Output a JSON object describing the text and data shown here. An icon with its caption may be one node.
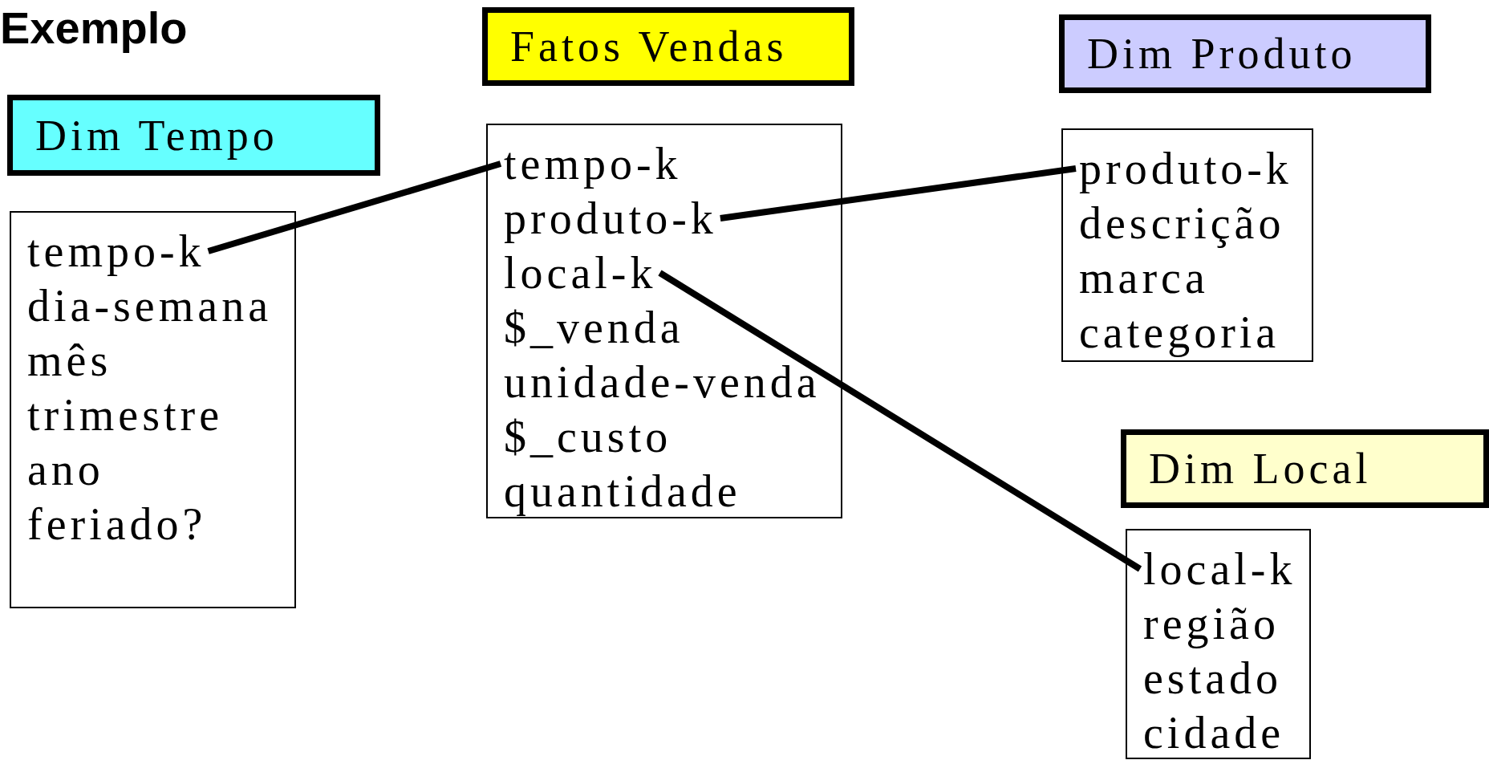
{
  "diagram": {
    "title": "Exemplo",
    "nodes": [
      {
        "text": [
          "Dim Tempo"
        ]
      },
      {
        "text": [],
        "shape": "box"
      },
      {
        "text": [
          "tempo-k"
        ],
        "in": 1
      },
      {
        "text": [
          "dia-semana"
        ],
        "in": 1
      },
      {
        "text": [
          "mês"
        ],
        "in": 1
      },
      {
        "text": [
          "trimestre"
        ],
        "in": 1
      },
      {
        "text": [
          "ano"
        ],
        "in": 1
      },
      {
        "text": [
          "feriado?"
        ],
        "in": 1
      },
      {
        "text": [
          "Fatos Vendas"
        ]
      },
      {
        "text": [],
        "shape": "box"
      },
      {
        "text": [
          "tempo-k"
        ],
        "in": 9
      },
      {
        "text": [
          "produto-k"
        ],
        "in": 9
      },
      {
        "text": [
          "local-k"
        ],
        "in": 9
      },
      {
        "text": [
          "$_venda"
        ],
        "in": 9
      },
      {
        "text": [
          "unidade-venda"
        ],
        "in": 9
      },
      {
        "text": [
          "$_custo"
        ],
        "in": 9
      },
      {
        "text": [
          "quantidade"
        ],
        "in": 9
      },
      {
        "text": [
          "Dim Produto"
        ]
      },
      {
        "text": [],
        "shape": "box"
      },
      {
        "text": [
          "produto-k"
        ],
        "in": 18
      },
      {
        "text": [
          "descrição"
        ],
        "in": 18
      },
      {
        "text": [
          "marca"
        ],
        "in": 18
      },
      {
        "text": [
          "categoria"
        ],
        "in": 18
      },
      {
        "text": [
          "Dim Local"
        ]
      },
      {
        "text": [],
        "shape": "box"
      },
      {
        "text": [
          "local-k"
        ],
        "in": 24
      },
      {
        "text": [
          "região"
        ],
        "in": 24
      },
      {
        "text": [
          "estado"
        ],
        "in": 24
      },
      {
        "text": [
          "cidade"
        ],
        "in": 24
      }
    ],
    "edges": [
      {
        "from": 2,
        "to": 10,
        "arrow": "none"
      },
      {
        "from": 11,
        "to": 19,
        "arrow": "none"
      },
      {
        "from": 12,
        "to": 25,
        "arrow": "none"
      }
    ]
  }
}
